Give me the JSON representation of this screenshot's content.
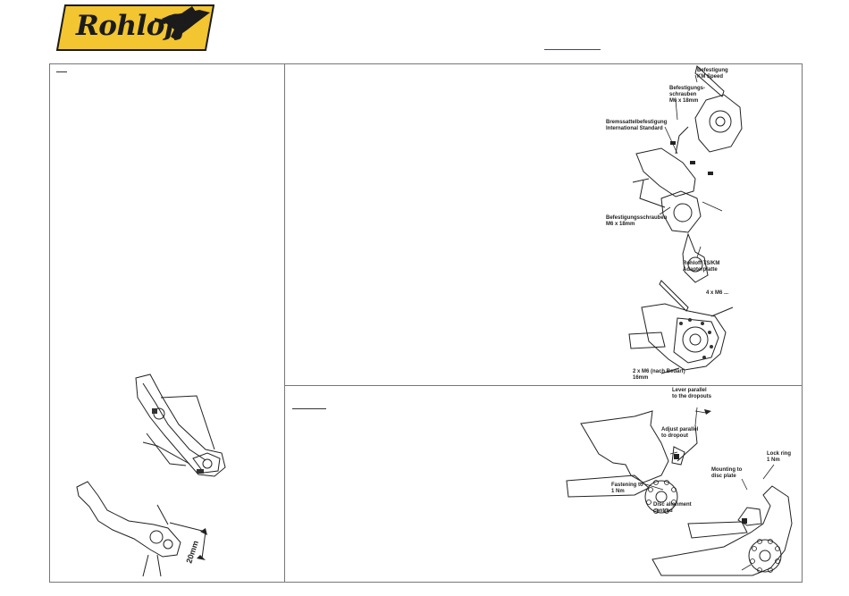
{
  "brand": {
    "name": "Rohloff",
    "colors": {
      "logo_bg": "#f2c531",
      "logo_border": "#1b1b1b"
    }
  },
  "header": {
    "link_icon": "underlined-link"
  },
  "diagrams": {
    "lever": {
      "dimension_label": "20mm"
    },
    "mount": {
      "labels": [
        "Befestigung\nKM Speed",
        "Befestigungs-\nschrauben\nM6 x 18mm",
        "Bremssattelbefestigung\nInternational Standard",
        "Befestigungsschrauben\nM6 x 18mm",
        "Rohloff TS/KM\nAdapterplatte"
      ]
    },
    "caliper": {
      "labels": [
        "4 x M6 ...",
        "2 x M6 (nach Bedarf)\n16mm"
      ]
    },
    "fitting": {
      "labels": [
        "Lever parallel\nto the dropouts",
        "Adjust parallel\nto dropout",
        "Disc alignment\ncentred",
        "Fastening to\n1 Nm",
        "Mounting to\ndisc plate",
        "Lock ring\n1 Nm"
      ]
    }
  }
}
